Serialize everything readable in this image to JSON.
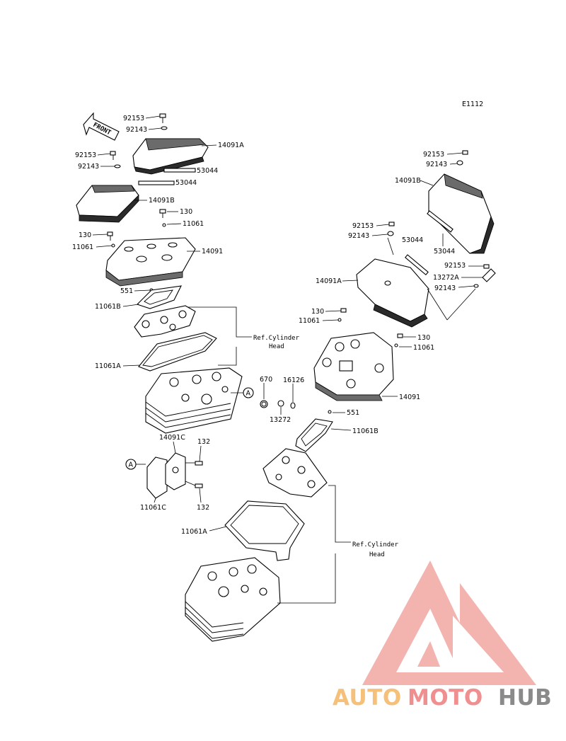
{
  "diagram_code": "E1112",
  "front_label": "FRONT",
  "left_assembly": {
    "labels": {
      "l_92153_top": "92153",
      "l_92143_top": "92143",
      "l_14091A": "14091A",
      "l_92153_mid": "92153",
      "l_92143_mid": "92143",
      "l_53044_a": "53044",
      "l_53044_b": "53044",
      "l_14091B": "14091B",
      "l_130_a": "130",
      "l_11061_a": "11061",
      "l_130_b": "130",
      "l_11061_b": "11061",
      "l_14091": "14091",
      "l_551": "551",
      "l_11061B": "11061B",
      "l_11061A": "11061A",
      "l_670": "670",
      "l_16126": "16126",
      "l_13272": "13272",
      "l_14091C": "14091C",
      "l_132_a": "132",
      "l_132_b": "132",
      "l_11061C": "11061C",
      "callout_a1": "A",
      "callout_a2": "A"
    },
    "ref_line1": "Ref.Cylinder",
    "ref_line2": "Head"
  },
  "right_assembly": {
    "labels": {
      "r_92153_top": "92153",
      "r_92143_top": "92143",
      "r_14091B": "14091B",
      "r_53044_a": "53044",
      "r_92153_mid": "92153",
      "r_92143_mid": "92143",
      "r_53044_b": "53044",
      "r_14091A": "14091A",
      "r_92153_side": "92153",
      "r_13272A": "13272A",
      "r_92143_side": "92143",
      "r_130_a": "130",
      "r_11061_a": "11061",
      "r_130_b": "130",
      "r_11061_b": "11061",
      "r_14091": "14091",
      "r_551": "551",
      "r_11061B": "11061B",
      "r_11061A": "11061A"
    },
    "ref_line1": "Ref.Cylinder",
    "ref_line2": "Head"
  },
  "watermark": {
    "text_auto": "AUTO",
    "text_moto": "MOTO",
    "text_hub": "HUB",
    "color_auto": "#f5c07a",
    "color_moto": "#f08f8f",
    "color_hub": "#8a8a8a",
    "logo_color": "#f2a7a3"
  }
}
